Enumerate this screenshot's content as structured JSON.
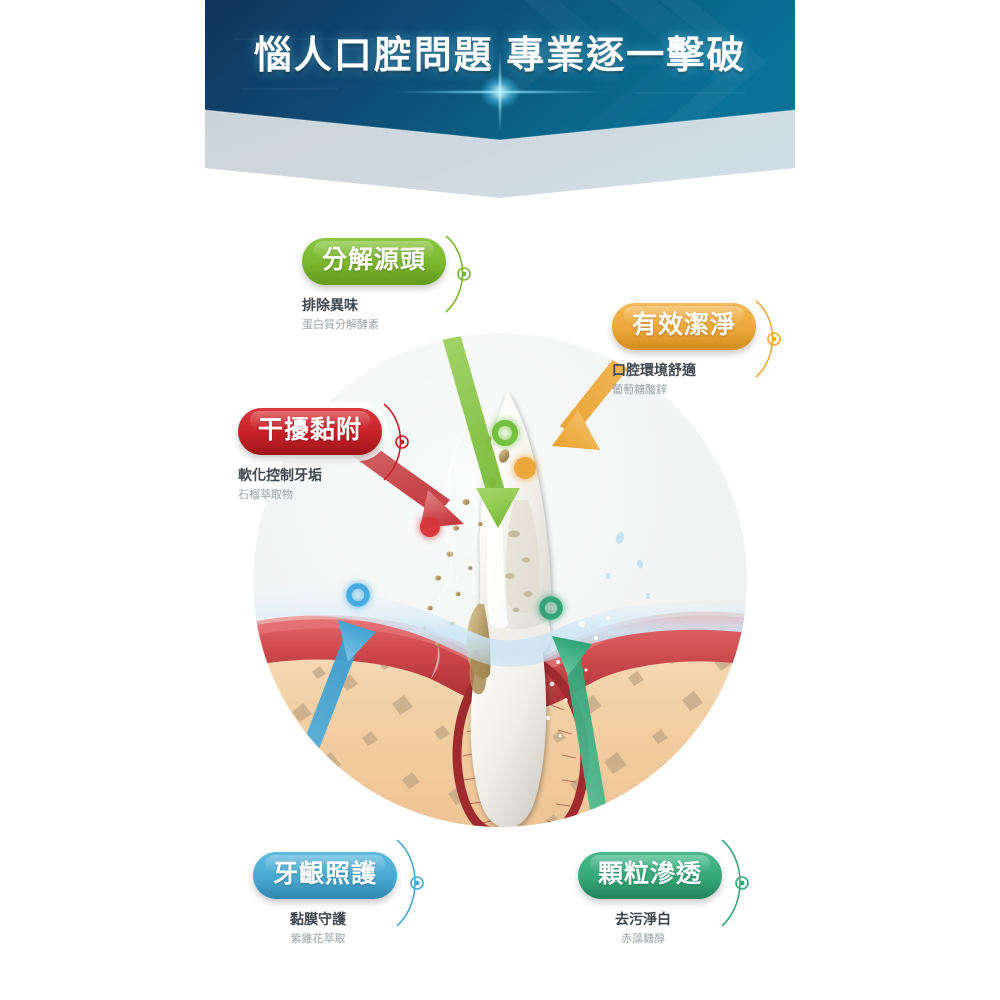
{
  "header": {
    "title": "惱人口腔問題 專業逐一擊破",
    "band_dark_left": "#12375f",
    "band_dark_right": "#0a6d93",
    "band_light": "#ccd6dd",
    "flare_color": "#8fe6ff"
  },
  "callouts": [
    {
      "id": "decompose-source",
      "pill": "分解源頭",
      "sub": "排除異味",
      "cap": "蛋白質分解酵素",
      "color": "#7ab62f",
      "color_dark": "#5f9320",
      "dot_style": "ring"
    },
    {
      "id": "effective-clean",
      "pill": "有效潔淨",
      "sub": "口腔環境舒適",
      "cap": "葡萄糖酸鋅",
      "color": "#eda73a",
      "color_dark": "#cf8a21",
      "dot_style": "solid"
    },
    {
      "id": "interfere-adhesion",
      "pill": "干擾黏附",
      "sub": "軟化控制牙垢",
      "cap": "石榴萃取物",
      "color": "#c62127",
      "color_dark": "#9c1419",
      "dot_style": "solid"
    },
    {
      "id": "gum-care",
      "pill": "牙齦照護",
      "sub": "黏膜守護",
      "cap": "紫錐花萃取",
      "color": "#4aa8d0",
      "color_dark": "#2e87ae",
      "dot_style": "ring"
    },
    {
      "id": "granule-penetrate",
      "pill": "顆粒滲透",
      "sub": "去污淨白",
      "cap": "赤藻糖醇",
      "color": "#35a877",
      "color_dark": "#22865b",
      "dot_style": "ring"
    }
  ],
  "illustration": {
    "name": "tooth-gum-bone-cross-section",
    "circle_bg": "#f3f4f4",
    "enamel": "#fbfbf9",
    "dentin": "#e9e6de",
    "plaque": "#b79b63",
    "gum": "#cf4a4c",
    "gum_dark": "#9e2a2c",
    "bone": "#f3d3ab",
    "bone_speck": "#bfa583",
    "water": "#cfe7f5"
  }
}
